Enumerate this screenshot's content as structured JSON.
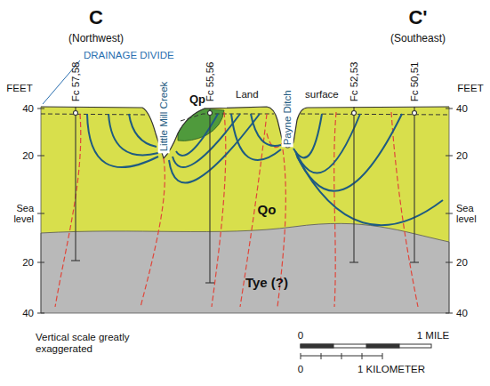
{
  "diagram": {
    "labels": [
      "C",
      "(Northwest)",
      "C'",
      "(Southeast)",
      "DRAINAGE DIVIDE",
      "FEET",
      "40",
      "20",
      "Sea level",
      "20",
      "40",
      "FEET",
      "40",
      "20",
      "Sea level",
      "20",
      "40",
      "Fc 57,58",
      "Little Mill Creek",
      "Fc 55,56",
      "Qp",
      "Land",
      "Payne Ditch",
      "surface",
      "Fc 52,53",
      "Fc 50,51",
      "Qo",
      "Tye (?)",
      "Vertical scale greatly exaggerated",
      "0",
      "1 MILE",
      "0",
      "1 KILOMETER"
    ]
  }
}
